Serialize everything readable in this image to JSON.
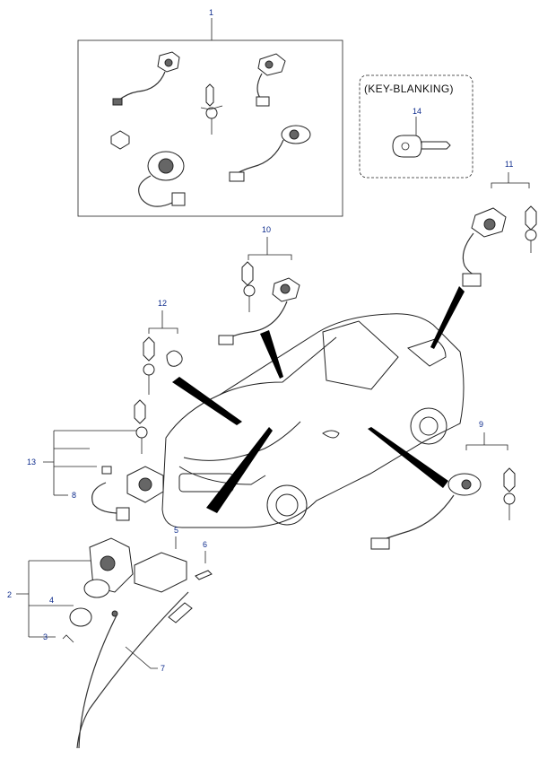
{
  "diagram": {
    "callouts": [
      "1",
      "2",
      "3",
      "4",
      "5",
      "6",
      "7",
      "8",
      "9",
      "10",
      "11",
      "12",
      "13",
      "14"
    ],
    "key_blanking_label": "(KEY-BLANKING)",
    "colors": {
      "callout": "#0d2b8c",
      "line": "#222222"
    }
  }
}
